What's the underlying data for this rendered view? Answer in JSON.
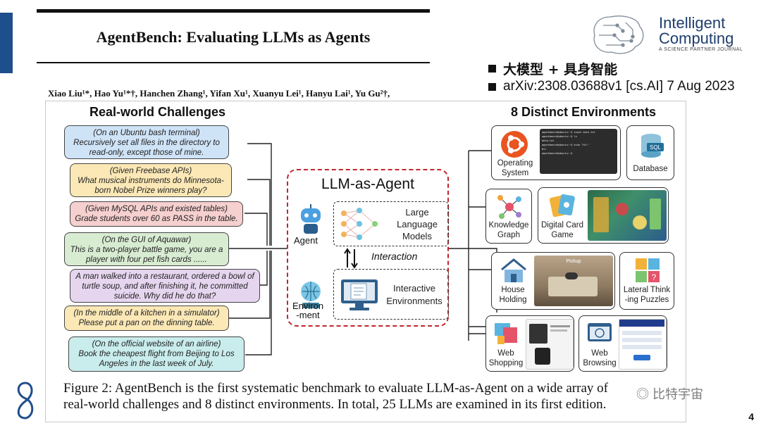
{
  "slide": {
    "paper_title": "AgentBench: Evaluating LLMs as Agents",
    "authors": "Xiao Liu¹*, Hao Yu¹*†, Hanchen Zhang¹, Yifan Xu¹, Xuanyu Lei¹, Hanyu Lai¹, Yu Gu²†,",
    "bullets": [
      "大模型 + 具身智能",
      "arXiv:2308.03688v1 [cs.AI] 7 Aug 2023"
    ],
    "logo_line1": "Intelligent",
    "logo_line2": "Computing",
    "logo_sub": "A SCIENCE PARTNER JOURNAL",
    "page_number": "4",
    "watermark": "比特宇宙",
    "colors": {
      "accent": "#1f4e8c",
      "dash_red": "#c0262c"
    }
  },
  "figure": {
    "left_heading": "Real-world Challenges",
    "right_heading": "8 Distinct Environments",
    "center_title": "LLM-as-Agent",
    "agent_label": "Agent",
    "env_label_1": "Environ",
    "env_label_2": "-ment",
    "llm_line1": "Large",
    "llm_line2": "Language",
    "llm_line3": "Models",
    "interaction": "Interaction",
    "ie_line1": "Interactive",
    "ie_line2": "Environments",
    "challenges": [
      {
        "context": "(On an Ubuntu bash terminal)",
        "task": "Recursively set all files in the directory to read-only, except those of mine.",
        "color": "blue"
      },
      {
        "context": "(Given Freebase APIs)",
        "task": "What musical instruments do Minnesota-born Nobel Prize winners play?",
        "color": "yellow"
      },
      {
        "context": "(Given MySQL APIs and existed tables)",
        "task": "Grade students over 60 as PASS in the table.",
        "color": "red"
      },
      {
        "context": "(On the GUI of Aquawar)",
        "task": "This is a two-player battle game, you are a player with four pet fish cards ......",
        "color": "green"
      },
      {
        "context": "",
        "task": "A man walked into a restaurant, ordered a bowl of turtle soup, and after finishing it, he committed suicide. Why did he do that?",
        "color": "purple"
      },
      {
        "context": "(In the middle of a kitchen in a simulator)",
        "task": "Please put a pan on the dinning table.",
        "color": "yellow"
      },
      {
        "context": "(On the official website of an airline)",
        "task": "Book the cheapest flight from Beijing to Los Angeles in the last week of July.",
        "color": "cyan"
      }
    ],
    "environments": [
      {
        "l1": "Operating",
        "l2": "System"
      },
      {
        "l1": "Database",
        "l2": ""
      },
      {
        "l1": "Knowledge",
        "l2": "Graph"
      },
      {
        "l1": "Digital Card",
        "l2": "Game"
      },
      {
        "l1": "House",
        "l2": "Holding"
      },
      {
        "l1": "Lateral Think",
        "l2": "-ing Puzzles"
      },
      {
        "l1": "Web",
        "l2": "Shopping"
      },
      {
        "l1": "Web",
        "l2": "Browsing"
      }
    ],
    "terminal_lines": [
      "agentbench@ubuntu:~$ touch data.txt",
      "agentbench@ubuntu:~$ ls",
      "data.txt",
      "agentbench@ubuntu:~$ echo \"Hi!\"",
      "Hi!",
      "agentbench@ubuntu:~$"
    ],
    "sql_label": "SQL",
    "pickup_label": "Pickup",
    "caption_line1": "Figure 2: AgentBench is the first systematic benchmark to evaluate LLM-as-Agent on a wide array of",
    "caption_line2": "real-world challenges and 8 distinct environments. In total, 25 LLMs are examined in its first edition."
  }
}
